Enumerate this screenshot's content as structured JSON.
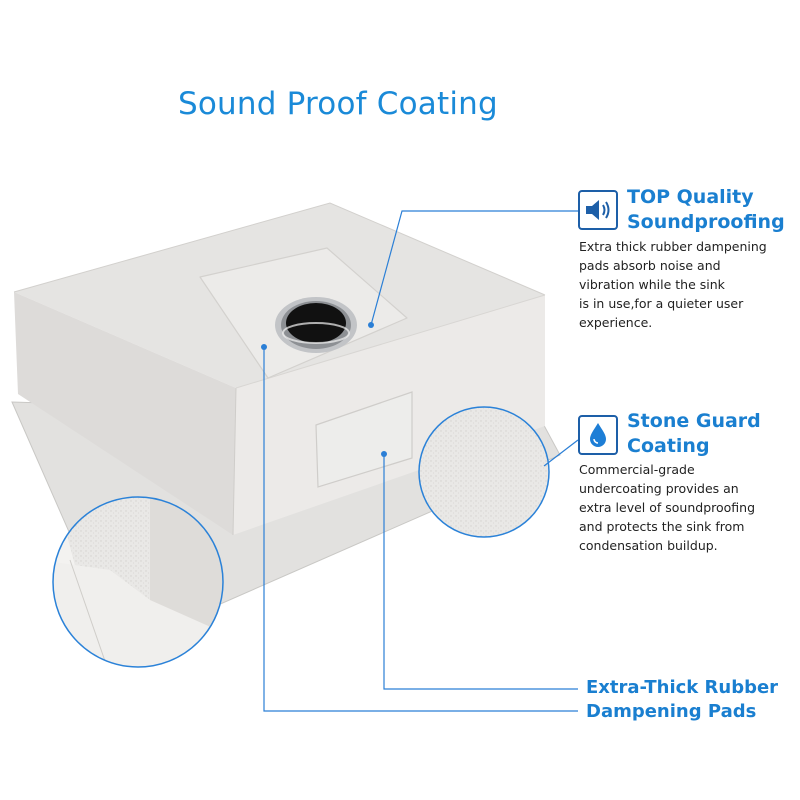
{
  "title": "Sound Proof Coating",
  "features": [
    {
      "icon": "speaker-icon",
      "title_line1": "TOP Quality",
      "title_line2": "Soundproofing",
      "description": [
        "Extra thick rubber dampening",
        "pads absorb noise and",
        "vibration while the sink",
        "is in use,for a quieter user",
        "experience."
      ]
    },
    {
      "icon": "water-drop-icon",
      "title_line1": "Stone Guard",
      "title_line2": "Coating",
      "description": [
        "Commercial-grade",
        "undercoating provides an",
        "extra level of soundproofing",
        "and protects the sink from",
        "condensation buildup."
      ]
    }
  ],
  "pads_label": {
    "line1": "Extra-Thick Rubber",
    "line2": "Dampening Pads"
  },
  "colors": {
    "accent": "#1a7fd0",
    "callout_line": "#2b7fd6",
    "icon_border": "#1d5fa8",
    "sink_body": "#e7e6e4"
  }
}
